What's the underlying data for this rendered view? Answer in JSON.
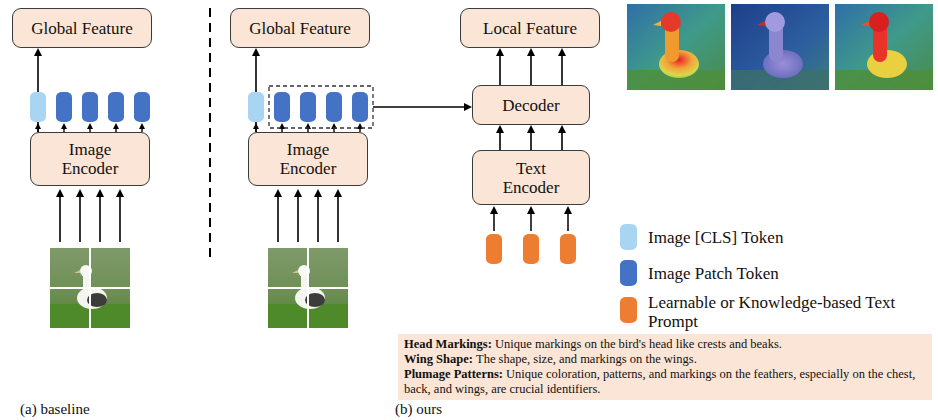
{
  "diagram": {
    "nodes": [
      {
        "text": [
          "Global Feature"
        ]
      },
      {
        "text": [
          "Image Encoder"
        ]
      },
      {
        "text": [
          "Global Feature"
        ]
      },
      {
        "text": [
          "Image Encoder"
        ]
      },
      {
        "text": [
          "Local Feature"
        ]
      },
      {
        "text": [
          "Decoder"
        ]
      },
      {
        "text": [
          "Text Encoder"
        ]
      },
      {
        "text": [
          "Head Markings:",
          "Unique markings on the bird's head like crests and beaks.",
          "Wing Shape:",
          "The shape, size, and markings on the wings.",
          "Plumage Patterns:",
          "Unique coloration, patterns, and markings on the feathers, especially on the chest, back, and wings, are crucial identifiers."
        ]
      }
    ],
    "edges": [
      {
        "from": 1,
        "to": 0,
        "arrow": "to"
      },
      {
        "from": 3,
        "to": 2,
        "arrow": "to"
      },
      {
        "from": 5,
        "to": 4,
        "arrow": "to"
      },
      {
        "from": 5,
        "to": 4,
        "arrow": "to"
      },
      {
        "from": 5,
        "to": 4,
        "arrow": "to"
      },
      {
        "from": 6,
        "to": 5,
        "arrow": "to"
      },
      {
        "from": 6,
        "to": 5,
        "arrow": "to"
      },
      {
        "from": 6,
        "to": 5,
        "arrow": "to"
      }
    ],
    "labels": [
      "(a) baseline",
      "(b) ours"
    ],
    "legend": [
      {
        "text": "Image [CLS] Token",
        "color": "#a9d5f3"
      },
      {
        "text": "Image Patch Token",
        "color": "#4472c4"
      },
      {
        "text": "Learnable or Knowledge-based Text Prompt",
        "color": "#ed7d31"
      }
    ]
  }
}
